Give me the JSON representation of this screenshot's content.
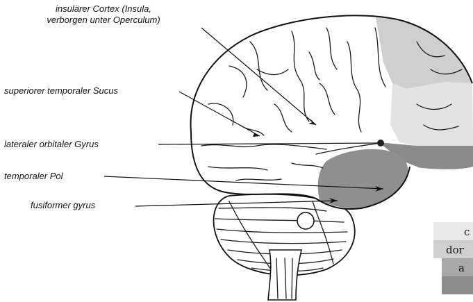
{
  "labels": {
    "insula_line1": "insulärer Cortex (Insula,",
    "insula_line2": "verborgen unter Operculum)",
    "sts": "superiorer temporaler Sucus",
    "lofg": "lateraler orbitaler Gyrus",
    "tpole": "temporaler Pol",
    "fusiform": "fusiformer gyrus"
  },
  "legend": {
    "items": [
      {
        "text": "c",
        "color": "#e9e9e9"
      },
      {
        "text": "dor",
        "color": "#d0d0d0"
      },
      {
        "text": "a",
        "color": "#a8a8a8"
      },
      {
        "text": "",
        "color": "#8e8e8e"
      }
    ]
  },
  "colors": {
    "frontal_light": "#d9d9d9",
    "frontal_mid": "#c4c4c4",
    "orbital_dark": "#8c8c8c",
    "temporal_pole": "#8f8f8f",
    "outline": "#111111"
  }
}
